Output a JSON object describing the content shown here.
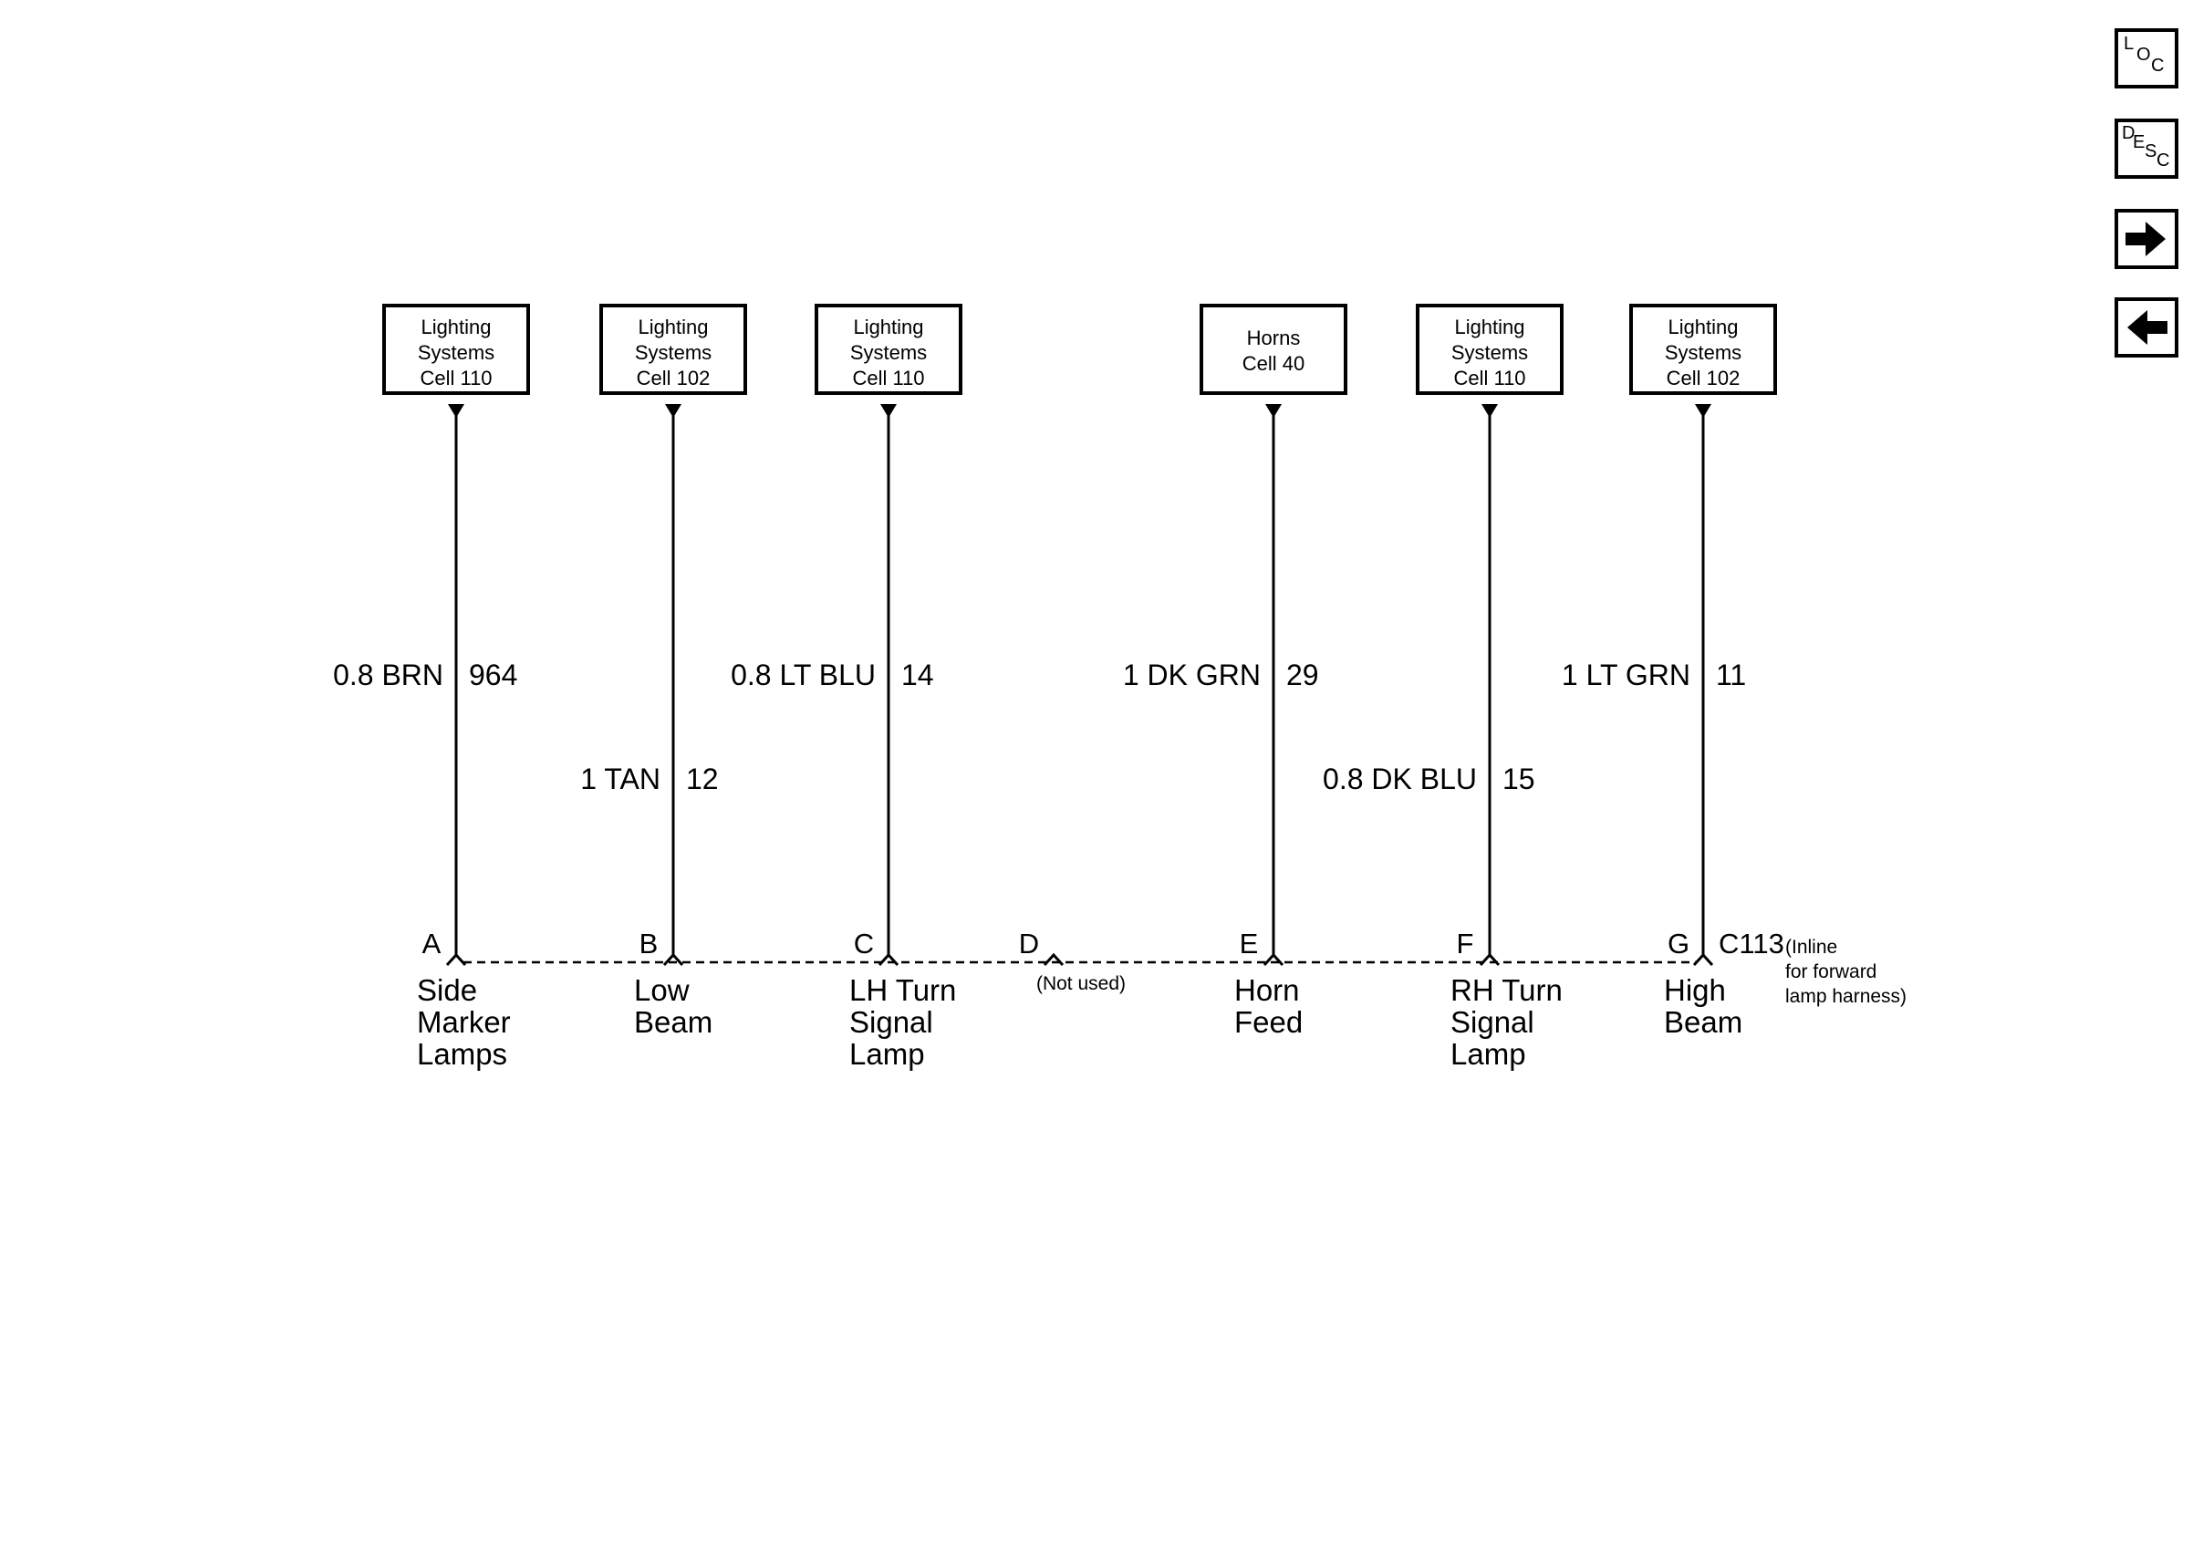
{
  "nav_buttons": [
    {
      "id": "loc",
      "letters": [
        "L",
        "O",
        "C"
      ]
    },
    {
      "id": "desc",
      "letters": [
        "D",
        "E",
        "S",
        "C"
      ]
    },
    {
      "id": "next",
      "icon": "arrow-right-icon"
    },
    {
      "id": "prev",
      "icon": "arrow-left-icon"
    }
  ],
  "circuits": [
    {
      "pin": "A",
      "ref": [
        "Lighting",
        "Systems",
        "Cell 110"
      ],
      "wire": "0.8 BRN",
      "circuit": "964",
      "label": [
        "Side",
        "Marker",
        "Lamps"
      ]
    },
    {
      "pin": "B",
      "ref": [
        "Lighting",
        "Systems",
        "Cell 102"
      ],
      "wire": "1 TAN",
      "circuit": "12",
      "label": [
        "Low",
        "Beam"
      ]
    },
    {
      "pin": "C",
      "ref": [
        "Lighting",
        "Systems",
        "Cell 110"
      ],
      "wire": "0.8 LT BLU",
      "circuit": "14",
      "label": [
        "LH Turn",
        "Signal",
        "Lamp"
      ]
    },
    {
      "pin": "D",
      "ref": null,
      "wire": "",
      "circuit": "",
      "label": [],
      "note": "(Not used)"
    },
    {
      "pin": "E",
      "ref": [
        "Horns",
        "Cell 40"
      ],
      "wire": "1 DK GRN",
      "circuit": "29",
      "label": [
        "Horn",
        "Feed"
      ]
    },
    {
      "pin": "F",
      "ref": [
        "Lighting",
        "Systems",
        "Cell 110"
      ],
      "wire": "0.8 DK BLU",
      "circuit": "15",
      "label": [
        "RH Turn",
        "Signal",
        "Lamp"
      ]
    },
    {
      "pin": "G",
      "ref": [
        "Lighting",
        "Systems",
        "Cell 102"
      ],
      "wire": "1 LT GRN",
      "circuit": "11",
      "label": [
        "High",
        "Beam"
      ]
    }
  ],
  "connector": {
    "id": "C113",
    "note": [
      "(Inline",
      "for forward",
      "lamp harness)"
    ]
  }
}
